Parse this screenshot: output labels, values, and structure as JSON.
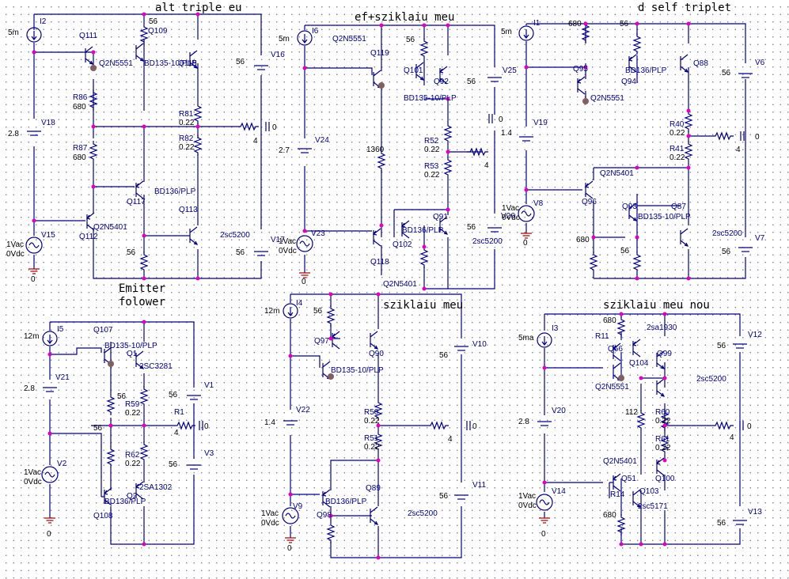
{
  "colors": {
    "wire": "#000080",
    "junction": "#e000c0",
    "ground": "#a00000",
    "grid": "#7a7a9a"
  },
  "titles": {
    "alt_triple": "alt triple eu",
    "ef_sziklai": "ef+sziklaiu meu",
    "d_self": "d self triplet",
    "emitter_1": "Emitter",
    "emitter_2": "folower",
    "sziklaiu": "sziklaiu meu",
    "sziklaiu_nou": "sziklaiu meu nou"
  },
  "c1": {
    "I": "I2",
    "I_val": "5m",
    "V18": "V18",
    "V18_val": "2.8",
    "Q111": "Q111",
    "Q2N5551": "Q2N5551",
    "R86": "R86",
    "R86_val": "680",
    "R87": "R87",
    "R87_val": "680",
    "Q109": "Q109",
    "BD135": "BD135-10/PLP",
    "Q115": "Q115",
    "R81": "R81",
    "R81_val": "0.22",
    "R82": "R82",
    "R82_val": "0.22",
    "top56": "56",
    "V16": "V16",
    "V16_val": "56",
    "load": "4",
    "zero": "0",
    "BD136": "BD136/PLP",
    "Q117": "Q117",
    "Q113": "Q113",
    "Q2N5401": "Q2N5401",
    "Q112": "Q112",
    "sc5200": "2sc5200",
    "bot56": "56",
    "V17": "V17",
    "V17_val": "56",
    "V15": "V15",
    "V15_ac": "1Vac",
    "V15_dc": "0Vdc",
    "gnd": "0"
  },
  "c2": {
    "I": "I6",
    "I_val": "5m",
    "Q2N5551": "Q2N5551",
    "Q119": "Q119",
    "top56": "56",
    "Q101": "Q101",
    "Q92": "Q92",
    "V25": "V25",
    "V25_val": "56",
    "BD135": "BD135-10/PLP",
    "zero": "0",
    "V24": "V24",
    "V24_val": "2.7",
    "R52": "R52",
    "R52_val": "0.22",
    "R53": "R53",
    "R53_val": "0.22",
    "load": "4",
    "r1360": "1360",
    "Q91": "Q91",
    "BD136": "BD136/PLP",
    "Q102": "Q102",
    "V26": "V26",
    "V26_val": "56",
    "sc5200": "2sc5200",
    "V23": "V23",
    "V23_ac": "1Vac",
    "V23_dc": "0Vdc",
    "Q118": "Q118",
    "Q2N5401": "Q2N5401",
    "gnd": "0"
  },
  "c3": {
    "I": "I1",
    "I_val": "5m",
    "r680": "680",
    "top56": "56",
    "Q95": "Q95",
    "BD136": "BD136/PLP",
    "Q94": "Q94",
    "Q88": "Q88",
    "V6": "V6",
    "V6_val": "56",
    "Q2N5551": "Q2N5551",
    "V19": "V19",
    "V19_val": "1.4",
    "R40": "R40",
    "R40_val": "0.22",
    "R41": "R41",
    "R41_val": "0.22",
    "load": "4",
    "zero": "0",
    "Q2N5401": "Q2N5401",
    "Q96": "Q96",
    "Q93": "Q93",
    "Q87": "Q87",
    "BD135": "BD135-10/PLP",
    "V8": "V8",
    "V8_ac": "1Vac",
    "V8_dc": "0Vdc",
    "r680b": "680",
    "bot56": "56",
    "sc5200": "2sc5200",
    "V7": "V7",
    "V7_val": "56",
    "gnd": "0"
  },
  "c4": {
    "I": "I5",
    "I_val": "12m",
    "Q107": "Q107",
    "BD135": "BD135-10/PLP",
    "Q1": "Q1",
    "sc3281": "2SC3281",
    "V21": "V21",
    "V21_val": "2.8",
    "r56a": "56",
    "R59": "R59",
    "R59_val": "0.22",
    "V1": "V1",
    "V1_val": "56",
    "R1": "R1",
    "load": "4",
    "zero": "0",
    "r56b": "56",
    "R62": "R62",
    "R62_val": "0.22",
    "V3": "V3",
    "V3_val": "56",
    "sa1302": "2SA1302",
    "Q2": "Q2",
    "BD136": "BD136/PLP",
    "Q108": "Q108",
    "V2": "V2",
    "V2_ac": "1Vac",
    "V2_dc": "0Vdc",
    "gnd": "0"
  },
  "c5": {
    "I": "I4",
    "I_val": "12m",
    "r56": "56",
    "Q97": "Q97",
    "Q90": "Q90",
    "BD135": "BD135-10/PLP",
    "V10": "V10",
    "V10_val": "56",
    "V22": "V22",
    "V22_val": "1.4",
    "R50": "R50",
    "R50_val": "0.22",
    "R51": "R51",
    "R51_val": "0.22",
    "load": "4",
    "zero": "0",
    "Q89": "Q89",
    "V11": "V11",
    "V11_val": "56",
    "BD136": "BD136/PLP",
    "Q98": "Q98",
    "sc5200": "2sc5200",
    "V9": "V9",
    "V9_ac": "1Vac",
    "V9_dc": "0Vdc",
    "gnd": "0"
  },
  "c6": {
    "I": "I3",
    "I_val": "5ma",
    "r680": "680",
    "R11": "R11",
    "Q66": "Q66",
    "sa1930": "2sa1930",
    "Q104": "Q104",
    "Q99": "Q99",
    "V12": "V12",
    "V12_val": "56",
    "Q2N5551": "Q2N5551",
    "sc5200": "2sc5200",
    "V20": "V20",
    "V20_val": "2.8",
    "r112": "112",
    "R60": "R60",
    "R60_val": "0.22",
    "R61": "R61",
    "R61_val": "0.22",
    "load": "4",
    "zero": "0",
    "Q2N5401": "Q2N5401",
    "Q51": "Q51",
    "Q100": "Q100",
    "R14": "R14",
    "Q103": "Q103",
    "sc5171": "2sc5171",
    "V14": "V14",
    "V14_ac": "1Vac",
    "V14_dc": "0Vdc",
    "r680b": "680",
    "V13": "V13",
    "V13_val": "56",
    "gnd": "0"
  }
}
